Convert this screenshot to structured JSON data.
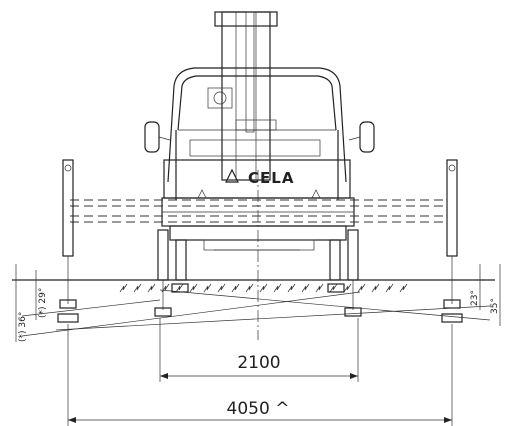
{
  "dimensions": {
    "track_width": "2100",
    "outrigger_span": "4050 ^",
    "left_height_inner": "(*) 29°",
    "left_height_outer": "(*) 36°",
    "right_angle_inner": "23°",
    "right_angle_outer": "35°"
  },
  "logo": {
    "brand": "CELA"
  }
}
